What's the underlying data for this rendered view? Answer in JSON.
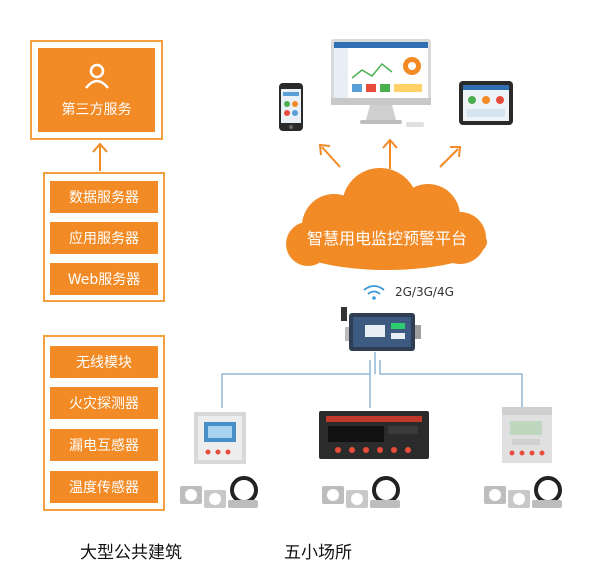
{
  "third_party": {
    "label": "第三方服务",
    "icon": "user-icon"
  },
  "servers": [
    "数据服务器",
    "应用服务器",
    "Web服务器"
  ],
  "sensors": [
    "无线模块",
    "火灾探测器",
    "漏电互感器",
    "温度传感器"
  ],
  "cloud": {
    "label": "智慧用电监控预警平台"
  },
  "network": {
    "label": "2G/3G/4G",
    "icon": "wifi-icon"
  },
  "captions": {
    "left": "大型公共建筑",
    "right": "五小场所"
  },
  "colors": {
    "orange": "#f28a25",
    "light_orange": "#f5a040",
    "line_blue": "#8fb8d8",
    "white": "#ffffff"
  }
}
